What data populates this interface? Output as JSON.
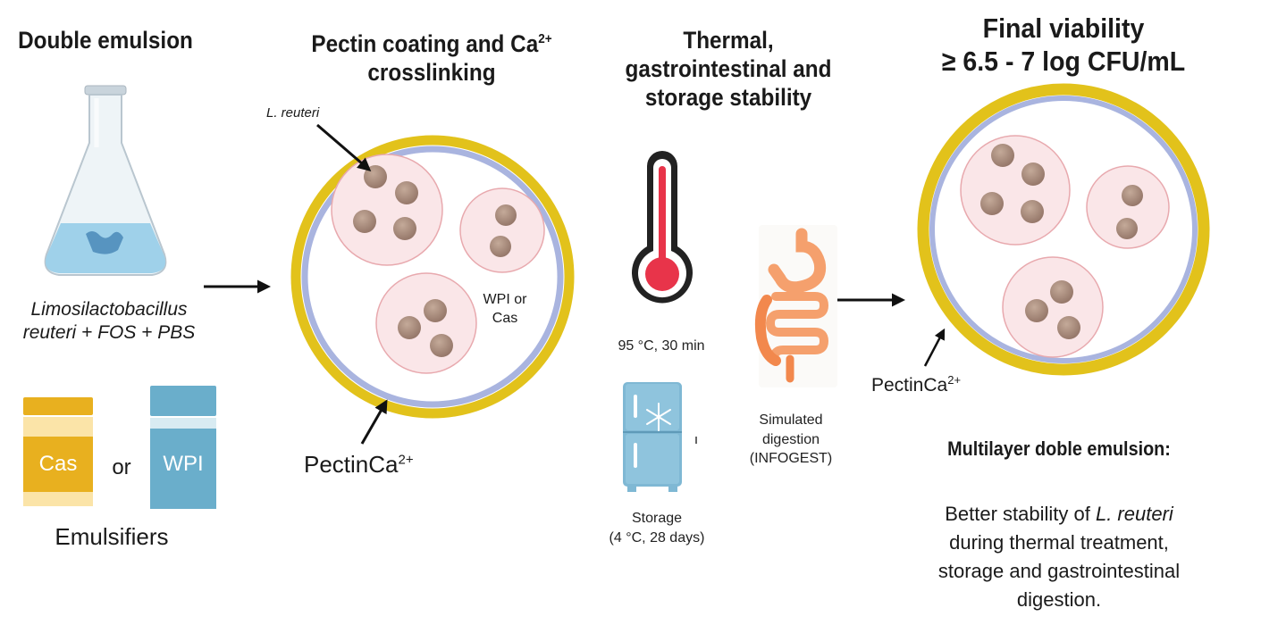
{
  "panel1": {
    "title": "Double emulsion",
    "ingredients_line1": "Limosilactobacillus",
    "ingredients_line2": "reuteri + FOS + PBS",
    "emulsifier_a": "Cas",
    "or_word": "or",
    "emulsifier_b": "WPI",
    "emulsifiers_label": "Emulsifiers"
  },
  "panel2": {
    "title_line1_prefix": "Pectin coating and Ca",
    "title_line1_sup": "2+",
    "title_line2": "crosslinking",
    "bacteria_label": "L. reuteri",
    "droplet_label_line1": "WPI or",
    "droplet_label_line2": "Cas",
    "coating_label": "PectinCa",
    "coating_sup": "2+"
  },
  "panel3": {
    "title_line1": "Thermal,",
    "title_line2": "gastrointestinal and",
    "title_line3": "storage stability",
    "thermal_label": "95 °C, 30 min",
    "storage_line1": "Storage",
    "storage_line2": "(4 °C, 28 days)",
    "digestion_line1": "Simulated",
    "digestion_line2": "digestion",
    "digestion_line3": "(INFOGEST)"
  },
  "panel4": {
    "title_line1": "Final viability",
    "title_line2": "≥ 6.5 - 7 log CFU/mL",
    "coating_label": "PectinCa",
    "coating_sup": "2+",
    "conclusion_heading": "Multilayer doble emulsion:",
    "conclusion_prefix": "Better stability of ",
    "conclusion_species": "L. reuteri",
    "conclusion_line2": "during thermal treatment,",
    "conclusion_line3": "storage and  gastrointestinal",
    "conclusion_line4": "digestion."
  },
  "colors": {
    "outer_ring": "#e2c21b",
    "inner_ring": "#a9b4df",
    "droplet_fill": "#fae6e8",
    "droplet_stroke": "#e8a9ae",
    "bacterium": "#a88a79",
    "cas_jar": "#e8b01f",
    "wpi_jar": "#6aaecb",
    "thermometer_red": "#e8344a",
    "fridge": "#7fb8d4",
    "intestine": "#f5a06d"
  }
}
